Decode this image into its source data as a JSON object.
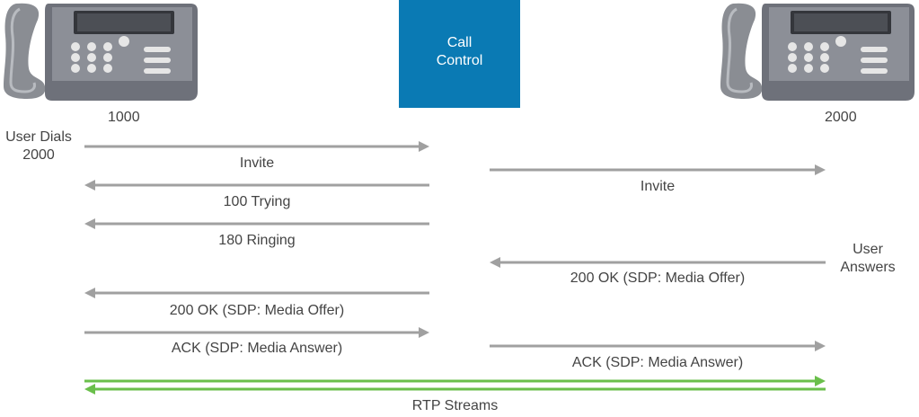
{
  "call_control": {
    "label": "Call\nControl",
    "color": "#0a7ab4"
  },
  "phone_left": {
    "number": "1000",
    "icon": "desk-phone-icon"
  },
  "phone_right": {
    "number": "2000",
    "icon": "desk-phone-icon"
  },
  "notes": {
    "user_dials": "User Dials\n2000",
    "user_answers": "User\nAnswers"
  },
  "messages": {
    "invite_left": "Invite",
    "invite_right": "Invite",
    "trying": "100 Trying",
    "ringing": "180 Ringing",
    "ok_right": "200 OK (SDP: Media Offer)",
    "ok_left": "200 OK (SDP: Media Offer)",
    "ack_left": "ACK (SDP: Media Answer)",
    "ack_right": "ACK (SDP: Media Answer)",
    "rtp": "RTP Streams"
  },
  "colors": {
    "signal_arrow": "#a0a0a0",
    "rtp_arrow": "#6abf4b"
  }
}
